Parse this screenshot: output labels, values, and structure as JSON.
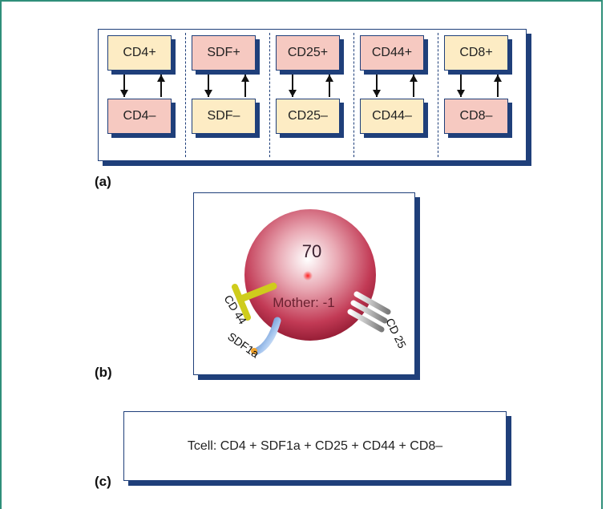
{
  "panel_a": {
    "label": "(a)",
    "pairs": [
      {
        "top": "CD4+",
        "bottom": "CD4–",
        "top_color": "cream",
        "bottom_color": "pink"
      },
      {
        "top": "SDF+",
        "bottom": "SDF–",
        "top_color": "pink",
        "bottom_color": "cream"
      },
      {
        "top": "CD25+",
        "bottom": "CD25–",
        "top_color": "pink",
        "bottom_color": "cream"
      },
      {
        "top": "CD44+",
        "bottom": "CD44–",
        "top_color": "pink",
        "bottom_color": "cream"
      },
      {
        "top": "CD8+",
        "bottom": "CD8–",
        "top_color": "cream",
        "bottom_color": "pink"
      }
    ]
  },
  "panel_b": {
    "label": "(b)",
    "cell_value": "70",
    "mother_text": "Mother: -1",
    "receptor_cd44": "CD 44",
    "receptor_sdf1a": "SDF1a",
    "receptor_cd25": "CD 25"
  },
  "panel_c": {
    "label": "(c)",
    "formula": "Tcell: CD4 + SDF1a + CD25 + CD44 + CD8–"
  },
  "colors": {
    "pink": "#f6c9c1",
    "cream": "#fdecc4",
    "navy": "#1f3f7a",
    "frame": "#2f8f7a",
    "sphere": "#b01e3a"
  }
}
